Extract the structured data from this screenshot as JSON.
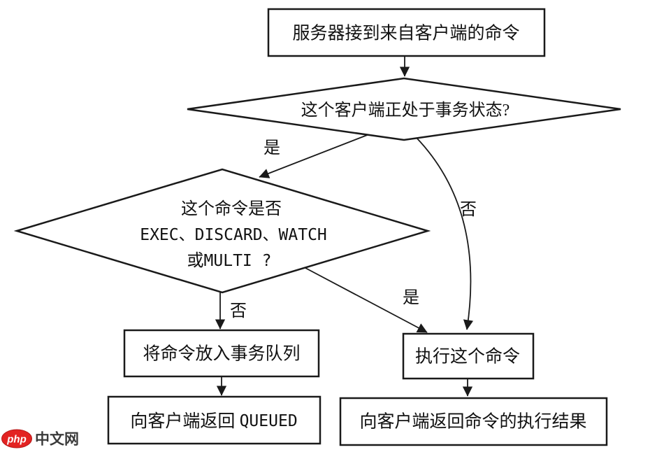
{
  "canvas": {
    "background_color": "#ffffff",
    "ink_color": "#1a1a1a"
  },
  "nodes": {
    "start": {
      "label": "服务器接到来自客户端的命令"
    },
    "decision_in_transaction": {
      "label": "这个客户端正处于事务状态?"
    },
    "decision_command_type": {
      "line1": "这个命令是否",
      "line2": "EXEC、DISCARD、WATCH",
      "line3_cn": "或",
      "line3_mono": "MULTI ?"
    },
    "enqueue": {
      "label": "将命令放入事务队列"
    },
    "reply_queued": {
      "prefix": "向客户端返回 ",
      "mono": "QUEUED"
    },
    "execute": {
      "label": "执行这个命令"
    },
    "reply_result": {
      "label": "向客户端返回命令的执行结果"
    }
  },
  "edge_labels": {
    "in_tx_yes": "是",
    "in_tx_no": "否",
    "cmd_no": "否",
    "cmd_yes": "是"
  },
  "watermark": {
    "badge": "php",
    "text": "中文网",
    "badge_color": "#e32322",
    "text_color": "#3a3a3a"
  }
}
